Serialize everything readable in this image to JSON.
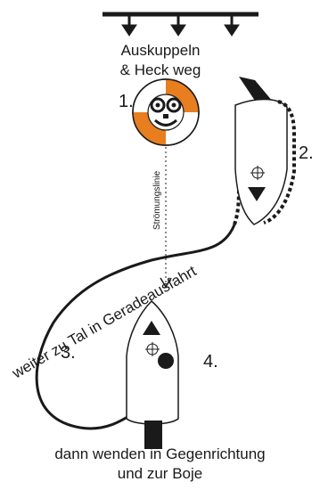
{
  "heading": {
    "line1": "Auskuppeln",
    "line2": "& Heck weg"
  },
  "steps": {
    "one": "1.",
    "two": "2.",
    "three": "3.",
    "four": "4."
  },
  "current_label": "Strömungslinie",
  "path_label": "weiter zu Tal in Geradeausfahrt",
  "caption": {
    "line1": "dann wenden in Gegenrichtung",
    "line2": "und zur Boje"
  },
  "colors": {
    "buoy": "#e87e1f",
    "ink": "#1a1a1a"
  },
  "icons": {
    "waterline": "weir-arrows",
    "buoy": "life-ring-face",
    "boat": "boat-top-view"
  }
}
